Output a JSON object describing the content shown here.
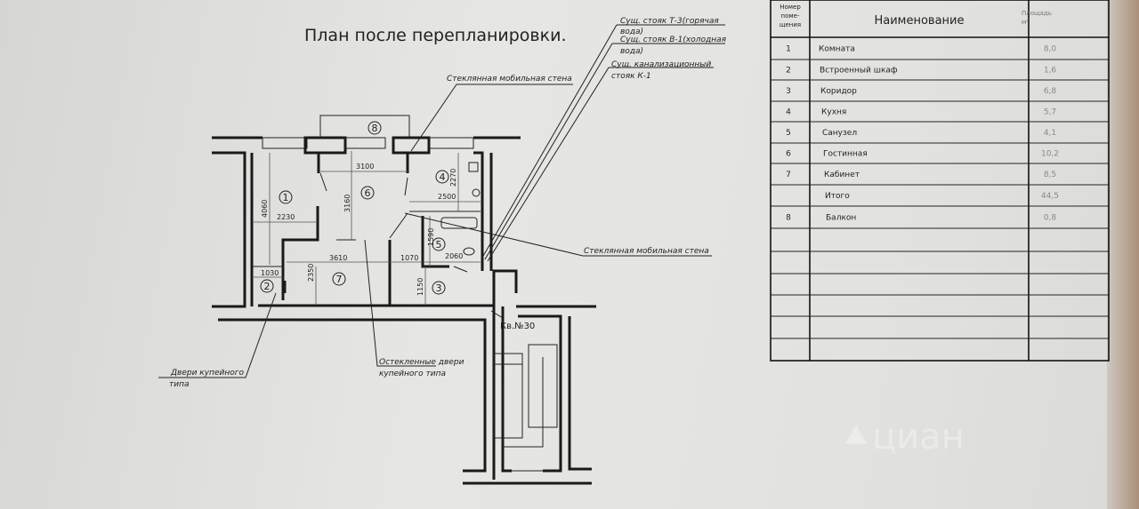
{
  "plan": {
    "title": "План после перепланировки.",
    "apartment_label": "Кв.№30",
    "room_numbers": [
      "1",
      "2",
      "3",
      "4",
      "5",
      "6",
      "7",
      "8"
    ],
    "dimensions": {
      "d3100": "3100",
      "d3160": "3160",
      "d2270": "2270",
      "d2500": "2500",
      "d4060": "4060",
      "d2230": "2230",
      "d3610": "3610",
      "d1070": "1070",
      "d2060": "2060",
      "d1590": "1590",
      "d1030": "1030",
      "d2350": "2350",
      "d1150": "1150"
    },
    "callouts": {
      "hot_riser_1": "Сущ. стояк Т-3(горячая",
      "hot_riser_2": "вода)",
      "cold_riser_1": "Сущ. стояк В-1(холодная",
      "cold_riser_2": "вода)",
      "sewer_riser_1": "Сущ. канализационный",
      "sewer_riser_2": "стояк К-1",
      "glass_wall_top": "Стеклянная мобильная стена",
      "glass_wall_right": "Стеклянная мобильная стена",
      "sliding_doors_1": "Двери купейного",
      "sliding_doors_2": "типа",
      "glazed_doors_1": "Остекленные двери",
      "glazed_doors_2": "купейного типа"
    }
  },
  "table": {
    "headers": {
      "number": [
        "Номер",
        "поме-",
        "щения"
      ],
      "name": "Наименование",
      "area": [
        "Площадь",
        "м²"
      ]
    },
    "rows": [
      {
        "num": "1",
        "name": "Комната",
        "area": "8,0"
      },
      {
        "num": "2",
        "name": "Встроенный шкаф",
        "area": "1,6"
      },
      {
        "num": "3",
        "name": "Коридор",
        "area": "6,8"
      },
      {
        "num": "4",
        "name": "Кухня",
        "area": "5,7"
      },
      {
        "num": "5",
        "name": "Санузел",
        "area": "4,1"
      },
      {
        "num": "6",
        "name": "Гостинная",
        "area": "10,2"
      },
      {
        "num": "7",
        "name": "Кабинет",
        "area": "8,5"
      },
      {
        "num": "",
        "name": "Итого",
        "area": "44,5"
      },
      {
        "num": "8",
        "name": "Балкон",
        "area": "0,8"
      }
    ]
  },
  "watermark": "циан"
}
